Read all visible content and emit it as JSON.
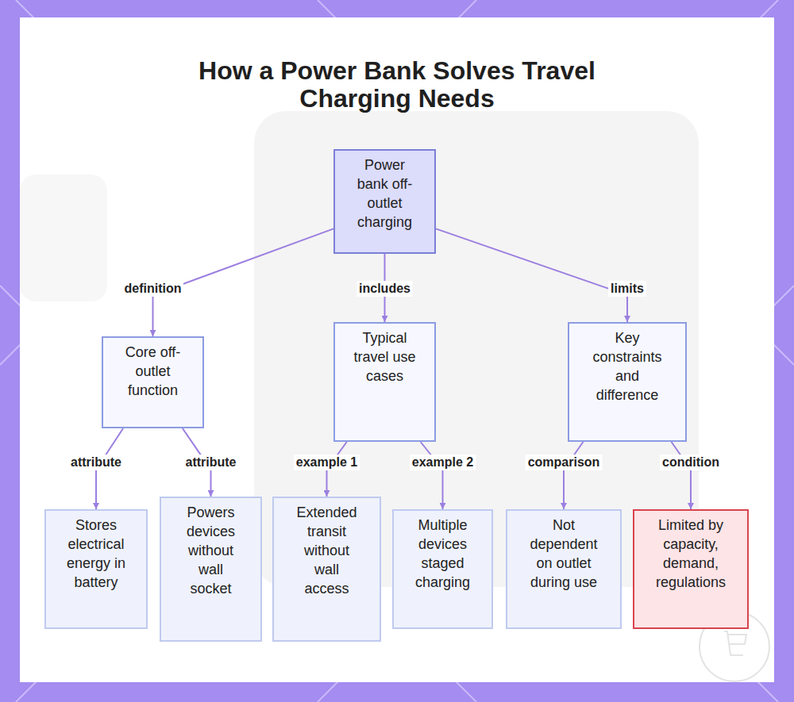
{
  "diagram": {
    "title": "How a Power Bank Solves Travel Charging Needs",
    "nodes": [
      {
        "text": [
          "Power bank off-outlet charging"
        ]
      },
      {
        "text": [
          "Core off-outlet function"
        ]
      },
      {
        "text": [
          "Typical travel use cases"
        ]
      },
      {
        "text": [
          "Key constraints and difference"
        ]
      },
      {
        "text": [
          "Stores electrical energy in battery"
        ]
      },
      {
        "text": [
          "Powers devices without wall socket"
        ]
      },
      {
        "text": [
          "Extended transit without wall access"
        ]
      },
      {
        "text": [
          "Multiple devices staged charging"
        ]
      },
      {
        "text": [
          "Not dependent on outlet during use"
        ]
      },
      {
        "text": [
          "Limited by capacity, demand, regulations"
        ]
      }
    ],
    "edges": [
      {
        "from": 0,
        "to": 1,
        "label": "definition",
        "arrow": "to"
      },
      {
        "from": 0,
        "to": 2,
        "label": "includes",
        "arrow": "to"
      },
      {
        "from": 0,
        "to": 3,
        "label": "limits",
        "arrow": "to"
      },
      {
        "from": 1,
        "to": 4,
        "label": "attribute",
        "arrow": "to"
      },
      {
        "from": 1,
        "to": 5,
        "label": "attribute",
        "arrow": "to"
      },
      {
        "from": 2,
        "to": 6,
        "label": "example 1",
        "arrow": "to"
      },
      {
        "from": 2,
        "to": 7,
        "label": "example 2",
        "arrow": "to"
      },
      {
        "from": 3,
        "to": 8,
        "label": "comparison",
        "arrow": "to"
      },
      {
        "from": 3,
        "to": 9,
        "label": "condition",
        "arrow": "to"
      }
    ]
  }
}
